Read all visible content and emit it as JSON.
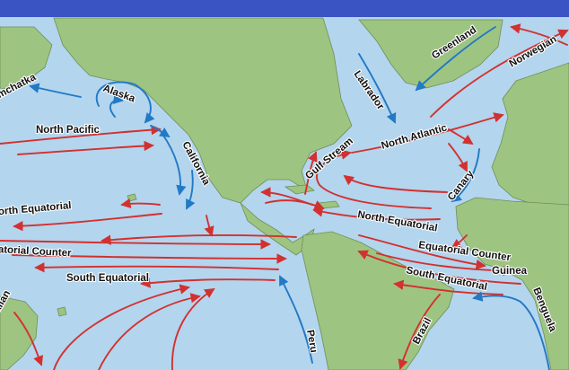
{
  "colors": {
    "ocean": "#b3d5ee",
    "land": "#9ec482",
    "top_bar": "#3a54c4",
    "warm_current": "#d2312f",
    "cold_current": "#2279c4"
  },
  "labels": {
    "kamchatka": "Kamchatka",
    "alaska": "Alaska",
    "north_pacific": "North Pacific",
    "california": "California",
    "north_equatorial_pacific": "North Equatorial",
    "equatorial_counter_pacific": "Equatorial Counter",
    "south_equatorial_pacific": "South Equatorial",
    "east_australian": "East Australian",
    "peru": "Peru",
    "greenland": "Greenland",
    "labrador": "Labrador",
    "norwegian": "Norwegian",
    "gulf_stream": "Gulf Stream",
    "north_atlantic": "North Atlantic",
    "canary": "Canary",
    "north_equatorial_atlantic": "North Equatorial",
    "equatorial_counter_atlantic": "Equatorial Counter",
    "guinea": "Guinea",
    "south_equatorial_atlantic": "South Equatorial",
    "brazil": "Brazil",
    "benguela": "Benguela"
  }
}
